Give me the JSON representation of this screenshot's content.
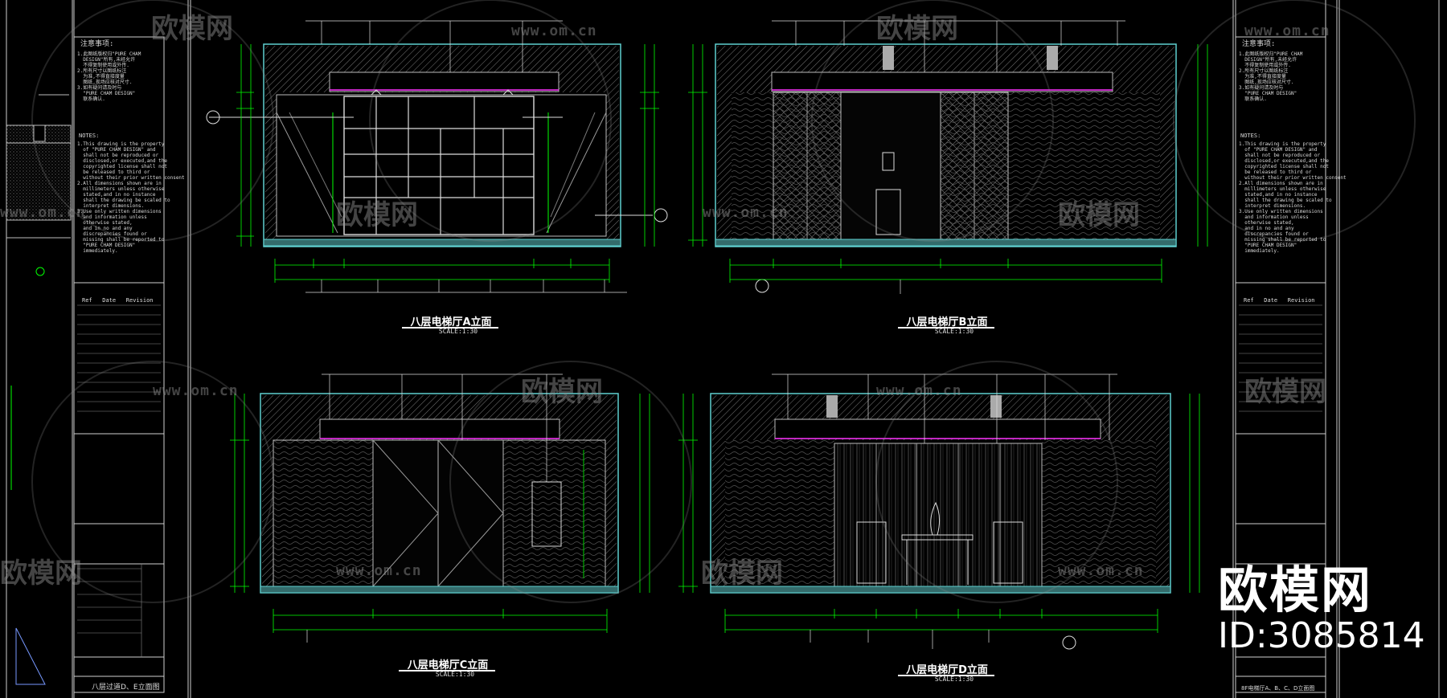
{
  "colors": {
    "background": "#000000",
    "dimension": "#00ff00",
    "cyan": "#5fd0d0",
    "magenta": "#ff33ff",
    "linework": "#bbbbbb"
  },
  "notes": {
    "heading_cn": "注意事项:",
    "body_cn": "1.此图纸版权归\"PURE CHAM\n  DESIGN\"所有,未经允许\n  不得复制使用或外传.\n2.所有尺寸以图纸标注\n  为准,不得直接度量\n  图纸,现场应核对尺寸.\n3.如有疑问请及时与\n  \"PURE CHAM DESIGN\"\n  联系确认.",
    "heading_en": "NOTES:",
    "body_en": "1.This drawing is the property\n  of \"PURE CHAM DESIGN\" and\n  shall not be reproduced or\n  disclosed,or executed,and the\n  copyrighted license shall not\n  be released to third or\n  without their prior written consent\n2.All dimensions shown are in\n  millimeters unless otherwise\n  stated,and in no instance\n  shall the drawing be scaled to\n  interpret dimensions.\n3.Use only written dimensions\n  and information unless\n  otherwise stated,\n  and in no and any\n  discrepancies found or\n  missing shall be reported to\n  \"PURE CHAM DESIGN\"\n  immediately.",
    "revision_header": "Ref   Date   Revision"
  },
  "elevations": [
    {
      "title": "八层电梯厅A立面",
      "scale": "SCALE:1:30"
    },
    {
      "title": "八层电梯厅B立面",
      "scale": "SCALE:1:30"
    },
    {
      "title": "八层电梯厅C立面",
      "scale": "SCALE:1:30"
    },
    {
      "title": "八层电梯厅D立面",
      "scale": "SCALE:1:30"
    }
  ],
  "sheet_names": {
    "left": "八层过道D、E立面图",
    "right": "8F电梯厅A、B、C、D立面图"
  },
  "watermark": {
    "brand": "欧模网",
    "url": "www.om.cn",
    "id_label": "ID:3085814"
  }
}
